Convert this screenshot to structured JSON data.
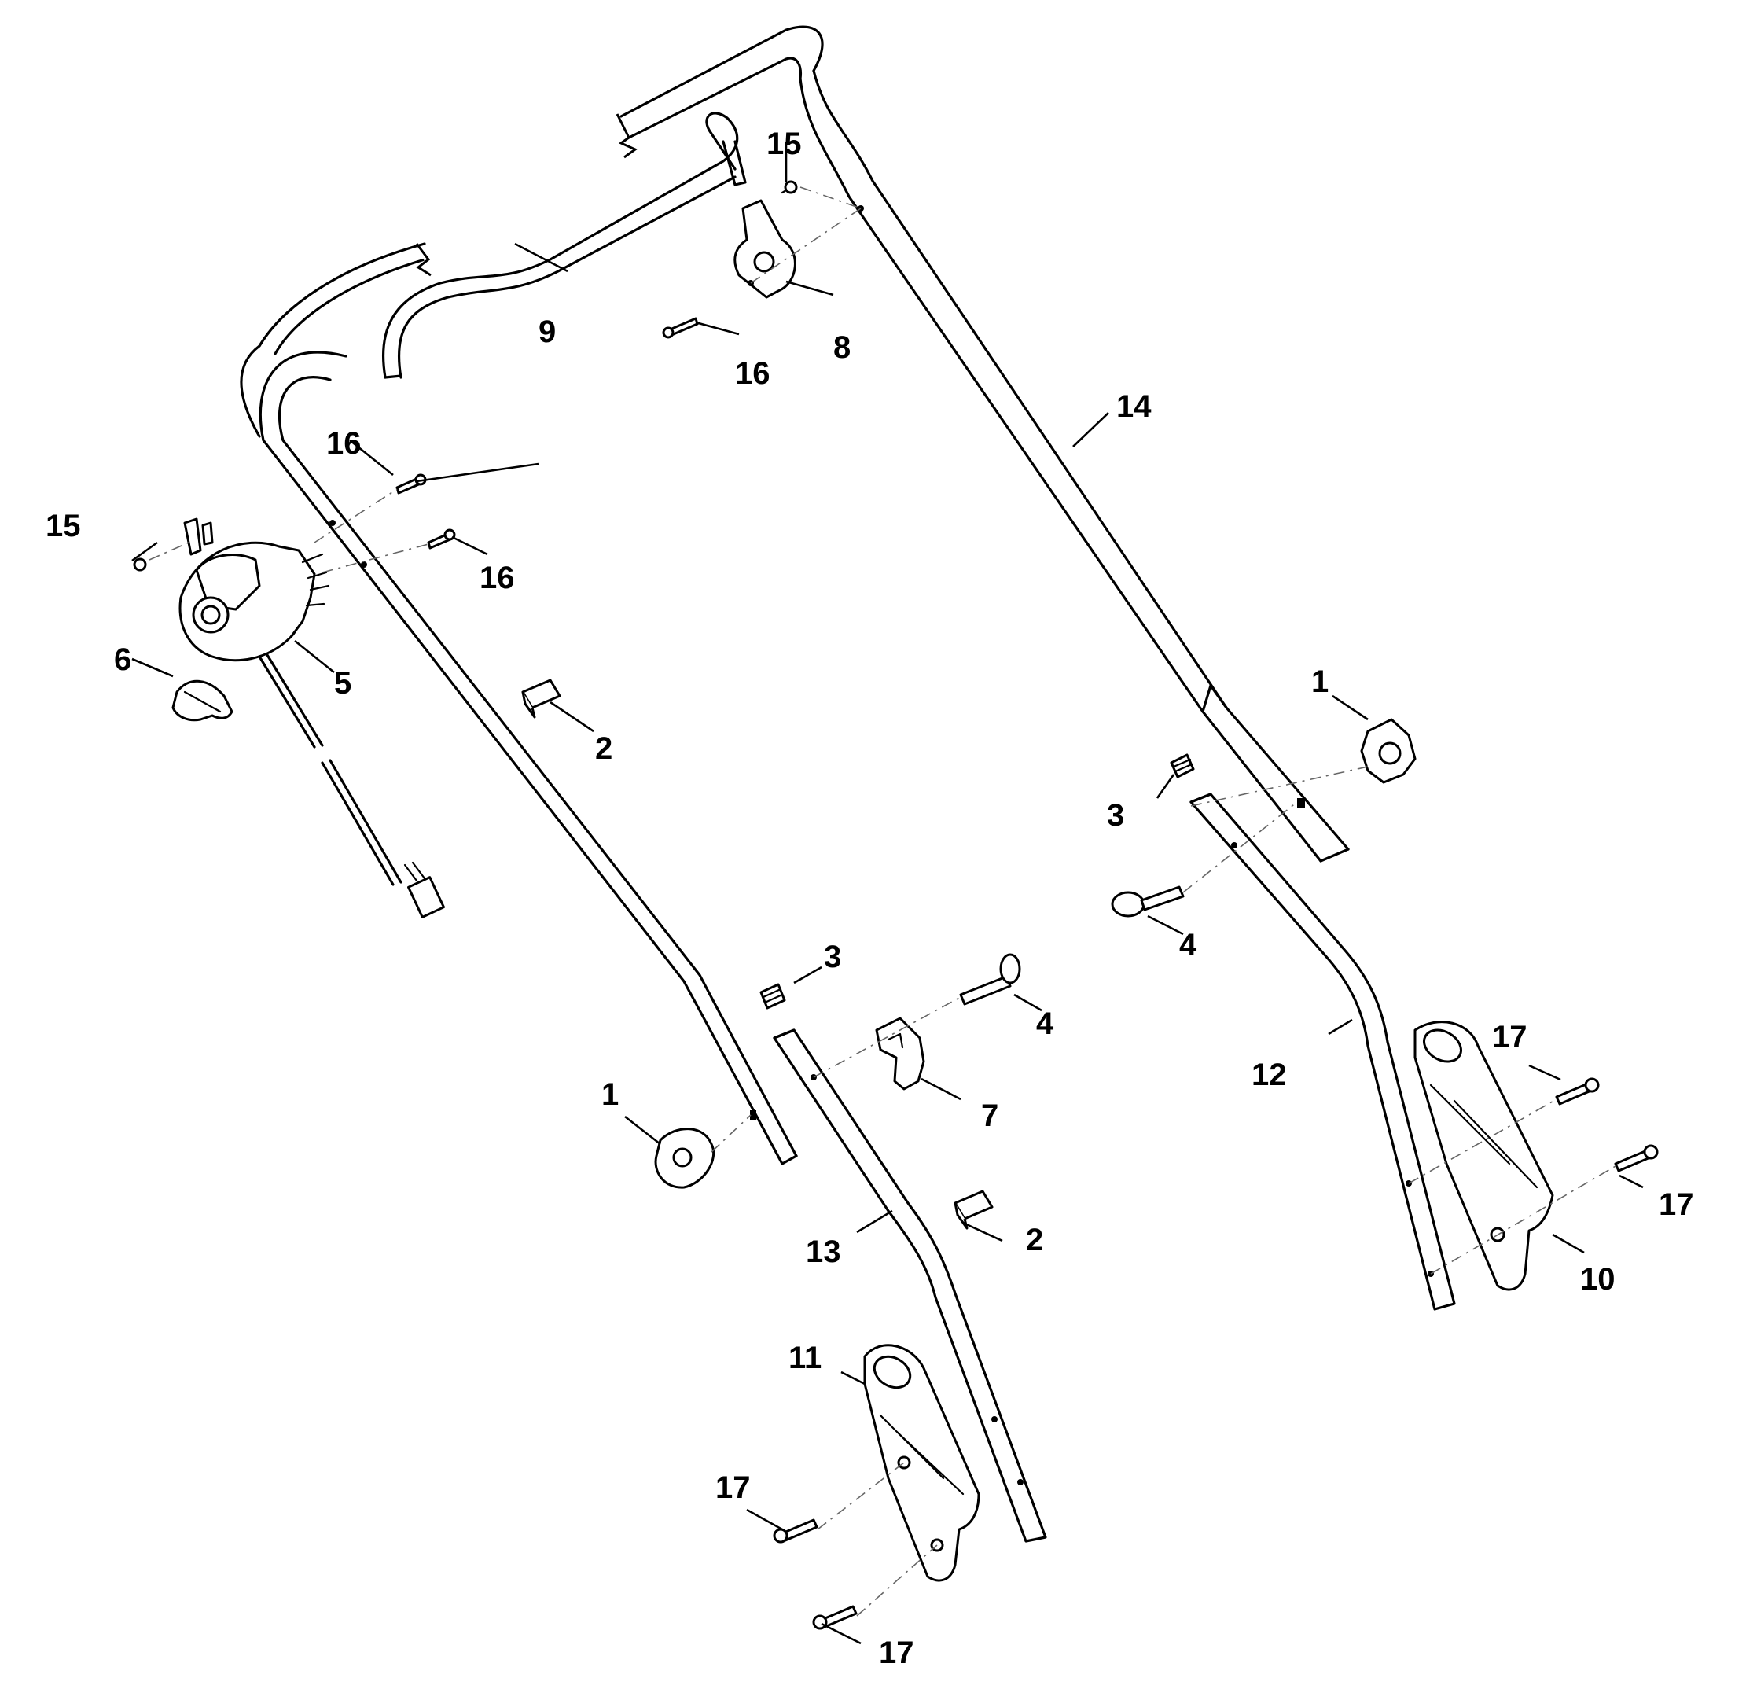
{
  "callouts": {
    "c1a": "1",
    "c1b": "1",
    "c2a": "2",
    "c2b": "2",
    "c3a": "3",
    "c3b": "3",
    "c4a": "4",
    "c4b": "4",
    "c5": "5",
    "c6": "6",
    "c7": "7",
    "c8": "8",
    "c9": "9",
    "c10": "10",
    "c11": "11",
    "c12": "12",
    "c13": "13",
    "c14": "14",
    "c15a": "15",
    "c15b": "15",
    "c16a": "16",
    "c16b": "16",
    "c16c": "16",
    "c17a": "17",
    "c17b": "17",
    "c17c": "17",
    "c17d": "17"
  }
}
